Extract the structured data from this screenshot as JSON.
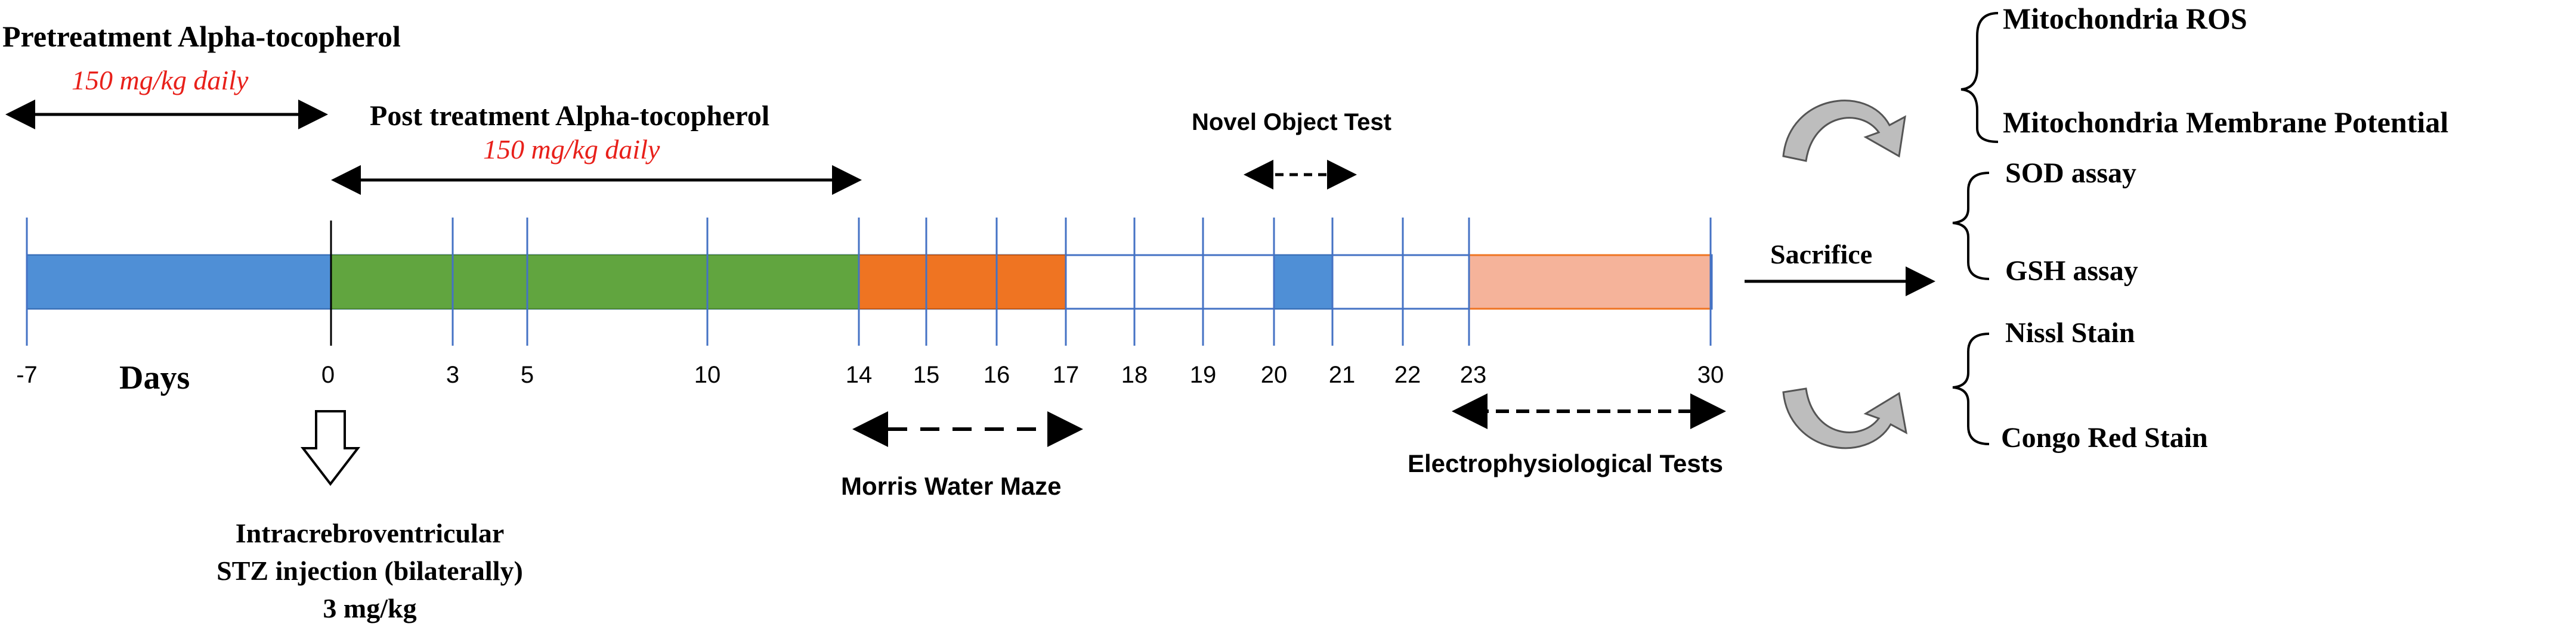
{
  "pretreatment": {
    "title": "Pretreatment Alpha-tocopherol",
    "dose": "150 mg/kg daily"
  },
  "posttreatment": {
    "title": "Post treatment  Alpha-tocopherol",
    "dose": "150 mg/kg daily"
  },
  "novel_object": {
    "label": "Novel Object Test"
  },
  "morris": {
    "label": "Morris Water Maze"
  },
  "electro": {
    "label": "Electrophysiological Tests"
  },
  "days_label": "Days",
  "injection": {
    "line1": "Intracrebroventricular",
    "line2": "STZ injection (bilaterally)",
    "line3": "3 mg/kg"
  },
  "sacrifice": {
    "label": "Sacrifice"
  },
  "outcomes": {
    "group1": [
      "Mitochondria ROS",
      "Mitochondria Membrane Potential"
    ],
    "group2": [
      "SOD assay",
      "GSH assay"
    ],
    "group3": [
      "Nissl Stain",
      "Congo Red Stain"
    ]
  },
  "timeline": {
    "ticks": [
      "-7",
      "0",
      "3",
      "5",
      "10",
      "14",
      "15",
      "16",
      "17",
      "18",
      "19",
      "20",
      "21",
      "22",
      "23",
      "30"
    ],
    "segments": [
      {
        "name": "pretreatment",
        "from": "-7",
        "to": "0",
        "color": "#4f8fd6"
      },
      {
        "name": "posttreatment",
        "from": "0",
        "to": "14",
        "color": "#61a53f"
      },
      {
        "name": "morris-water-maze",
        "from": "14",
        "to": "17",
        "color": "#ef7422"
      },
      {
        "name": "novel-object",
        "from": "20",
        "to": "21",
        "color": "#4f8fd6"
      },
      {
        "name": "electrophysiology",
        "from": "23",
        "to": "30",
        "color": "#f5b39a"
      }
    ],
    "gridline_color": "#4472c4"
  },
  "colors": {
    "dose_text": "#e8201a",
    "arrow_gray": "#bdbdbd"
  }
}
